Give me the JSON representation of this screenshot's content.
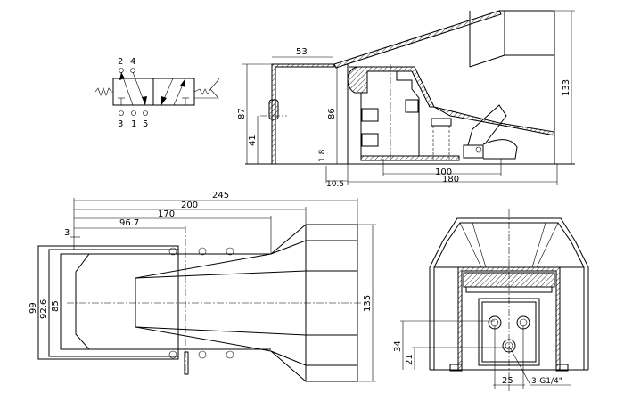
{
  "valve_symbol": {
    "ports_top": [
      "2",
      "4"
    ],
    "ports_bottom": [
      "3",
      "1",
      "5"
    ]
  },
  "side_view": {
    "dims": {
      "width_top": "53",
      "height_total": "87",
      "height_port": "41",
      "height_body": "86",
      "base_thickness": "1.8",
      "offset": "10.5",
      "base_inner": "100",
      "base_length": "180",
      "max_height": "133"
    }
  },
  "top_view": {
    "dims": {
      "overall": "245",
      "d200": "200",
      "d170": "170",
      "d96_7": "96.7",
      "d3": "3",
      "w99": "99",
      "w92_6": "92.6",
      "w85": "85",
      "w135": "135"
    }
  },
  "front_view": {
    "dims": {
      "h34": "34",
      "h21": "21",
      "spacing": "25",
      "port_callout": "3-G1/4\""
    }
  }
}
